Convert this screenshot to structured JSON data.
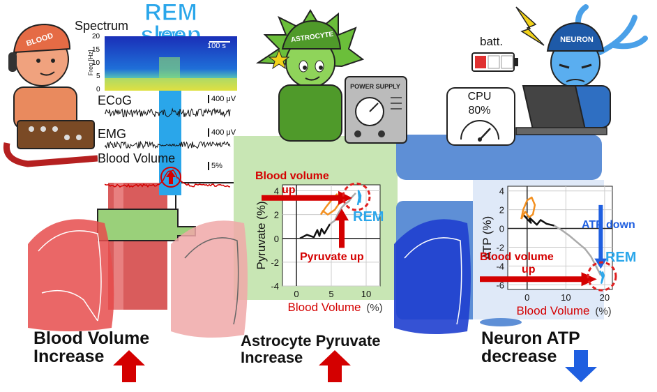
{
  "header": {
    "rem_line1": "REM",
    "rem_line2": "sleep"
  },
  "characters": {
    "blood_cap": "BLOOD",
    "astrocyte_cap": "ASTROCYTE",
    "neuron_cap": "NEURON",
    "power_supply": "POWER SUPPLY",
    "battery_label": "batt.",
    "cpu_label": "CPU",
    "cpu_value": "80%"
  },
  "recording": {
    "spectrum_label": "Spectrum",
    "freq_axis_label": "Freq [Hz]",
    "freq_ticks": [
      "20",
      "15",
      "10",
      "5",
      "0"
    ],
    "time_scale": "100 s",
    "ecog_label": "ECoG",
    "ecog_scale": "400 μV",
    "emg_label": "EMG",
    "emg_scale": "400 μV",
    "bv_label": "Blood Volume",
    "bv_scale": "5%"
  },
  "bottom_labels": {
    "blood_line1": "Blood Volume",
    "blood_line2": "Increase",
    "astro_line1": "Astrocyte Pyruvate",
    "astro_line2": "Increase",
    "neuron_line1": "Neuron ATP",
    "neuron_line2": "decrease"
  },
  "colors": {
    "rem_blue": "#2aa6ea",
    "arrow_red": "#d40000",
    "arrow_blue": "#1f5fe0",
    "green_panel": "#c8e6b4",
    "blue_panel": "#5e8fd6",
    "vessel": "#d95c5c"
  },
  "chart_data": [
    {
      "type": "line",
      "xlabel": "Blood Volume",
      "xlabel_unit": "(%)",
      "ylabel": "Pyruvate (%)",
      "x_ticks": [
        "0",
        "5",
        "10"
      ],
      "y_ticks": [
        "4",
        "2",
        "0",
        "-2",
        "-4"
      ],
      "xlim": [
        -2,
        12
      ],
      "ylim": [
        -4,
        4.5
      ],
      "annotations": {
        "bv_up_line1": "Blood volume",
        "bv_up_line2": "up",
        "pyruvate_up": "Pyruvate up",
        "rem": "REM"
      },
      "series": [
        {
          "color": "#111111",
          "x": [
            0.5,
            1.5,
            2.5,
            3.0,
            3.3,
            3.6,
            4.0,
            4.5,
            4.8
          ],
          "y": [
            0.0,
            0.3,
            0.1,
            0.7,
            0.2,
            0.8,
            0.4,
            0.9,
            1.2
          ]
        },
        {
          "color": "#aaaaaa",
          "x": [
            4.8,
            5.5,
            6.0,
            6.5,
            7.0,
            7.5,
            8.0,
            8.5
          ],
          "y": [
            1.2,
            1.5,
            2.1,
            2.6,
            2.9,
            3.1,
            3.5,
            3.8
          ]
        },
        {
          "color": "#f39020",
          "x": [
            3.5,
            4.2,
            5.0,
            5.8,
            6.2,
            5.5,
            4.5,
            3.8,
            3.5
          ],
          "y": [
            2.0,
            2.6,
            3.2,
            3.7,
            3.0,
            2.4,
            2.0,
            2.3,
            2.0
          ]
        },
        {
          "color": "#2aa6ea",
          "x": [
            8.8,
            9.0,
            8.9,
            9.2,
            9.1
          ],
          "y": [
            2.8,
            3.4,
            4.0,
            3.6,
            3.0
          ]
        }
      ]
    },
    {
      "type": "line",
      "xlabel": "Blood Volume",
      "xlabel_unit": "(%)",
      "ylabel": "ATP (%)",
      "x_ticks": [
        "0",
        "10",
        "20"
      ],
      "y_ticks": [
        "4",
        "2",
        "0",
        "-2",
        "-4",
        "-6"
      ],
      "xlim": [
        -5,
        22
      ],
      "ylim": [
        -6.5,
        4.5
      ],
      "annotations": {
        "atp_down": "ATP down",
        "bv_up_line1": "Blood volume",
        "bv_up_line2": "up",
        "rem": "REM"
      },
      "series": [
        {
          "color": "#111111",
          "x": [
            -1.0,
            0.0,
            1.0,
            0.5,
            1.5,
            2.5,
            3.5,
            5.0,
            7.0
          ],
          "y": [
            1.5,
            1.0,
            0.6,
            1.2,
            0.8,
            0.4,
            0.9,
            0.5,
            0.3
          ]
        },
        {
          "color": "#f39020",
          "x": [
            -1.5,
            -1.0,
            0.0,
            1.2,
            2.0,
            1.5,
            0.5,
            -0.5,
            -1.5
          ],
          "y": [
            1.0,
            2.0,
            3.0,
            3.3,
            2.5,
            1.5,
            1.2,
            1.8,
            1.0
          ]
        },
        {
          "color": "#aaaaaa",
          "x": [
            7.0,
            9.0,
            11.0,
            13.0,
            15.0,
            16.5,
            17.5,
            18.5,
            19.0
          ],
          "y": [
            0.3,
            -0.2,
            -0.8,
            -1.5,
            -2.2,
            -3.0,
            -3.8,
            -4.6,
            -5.0
          ]
        },
        {
          "color": "#2aa6ea",
          "x": [
            18.8,
            19.5,
            19.2,
            19.8,
            19.4
          ],
          "y": [
            -4.5,
            -5.2,
            -5.8,
            -5.0,
            -4.6
          ]
        }
      ]
    }
  ]
}
